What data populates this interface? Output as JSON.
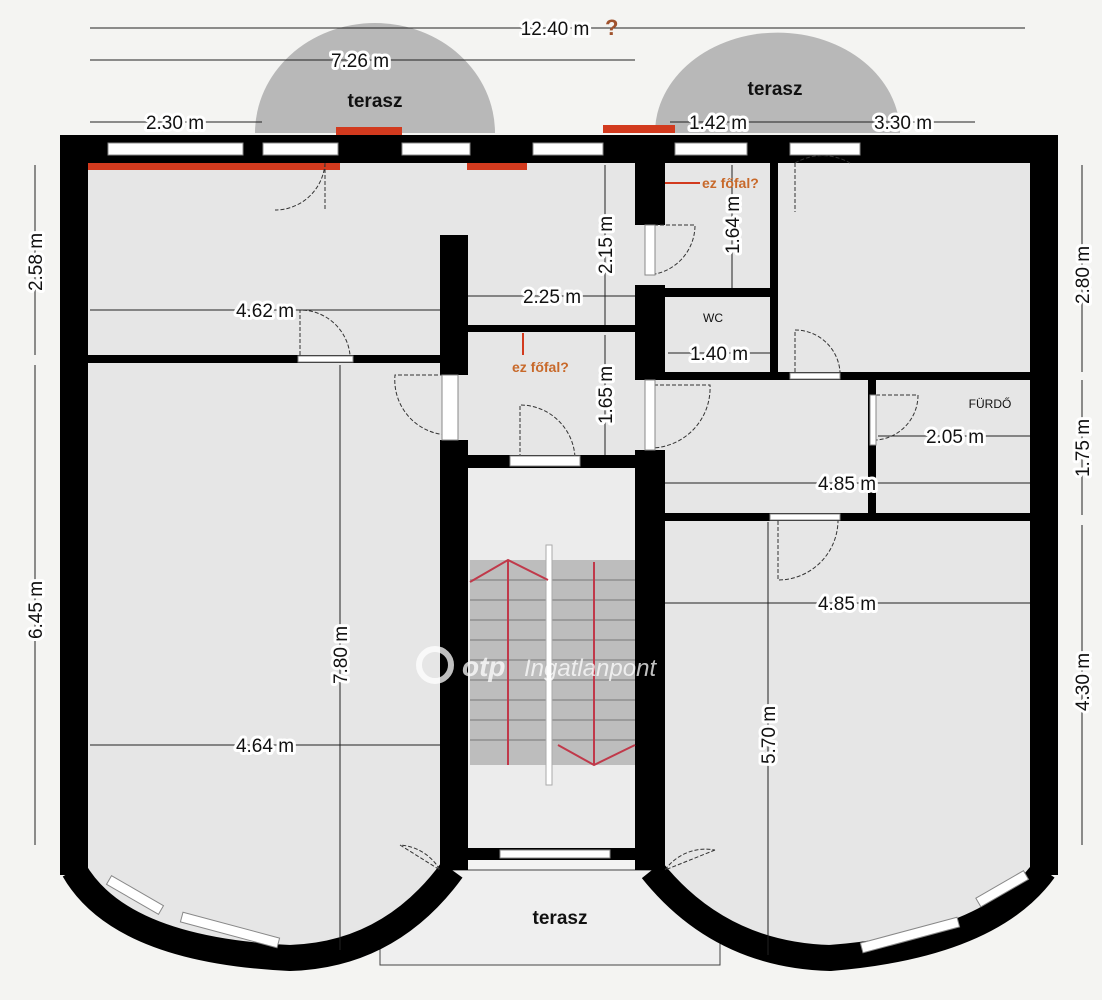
{
  "title": "Floor plan",
  "labels": {
    "terrace_left": "terasz",
    "terrace_right": "terasz",
    "terrace_bottom": "terasz",
    "wc": "WC",
    "bathroom": "FÜRDŐ",
    "note_top": "ez főfal?",
    "note_mid": "ez főfal?",
    "total_question": "?"
  },
  "dimensions": {
    "total_width": "12.40 m",
    "left_width": "7.26 m",
    "top_left": "2.30 m",
    "top_mid": "1.42 m",
    "top_right": "3.30 m",
    "left_top_height": "2.58 m",
    "left_bottom_height": "6.45 m",
    "right_top_height": "2.80 m",
    "right_mid_height": "1.75 m",
    "right_bottom_height": "4.30 m",
    "room_tl_width": "4.62 m",
    "hall_width": "2.25 m",
    "hall_height": "2.15 m",
    "closet_height": "1.64 m",
    "wc_width": "1.40 m",
    "vestibule_height": "1.65 m",
    "bath_width": "2.05 m",
    "corridor_width": "4.85 m",
    "room_br_width": "4.85 m",
    "room_bl_width": "4.64 m",
    "room_bl_height": "7.80 m",
    "room_br_height": "5.70 m"
  },
  "colors": {
    "wall": "#000000",
    "room": "#e6e6e6",
    "terrace": "#b8b8b8",
    "marker": "#d23a1e",
    "note": "#c8692a"
  },
  "watermark": {
    "brand": "otp",
    "text": "Ingatlanpont"
  }
}
